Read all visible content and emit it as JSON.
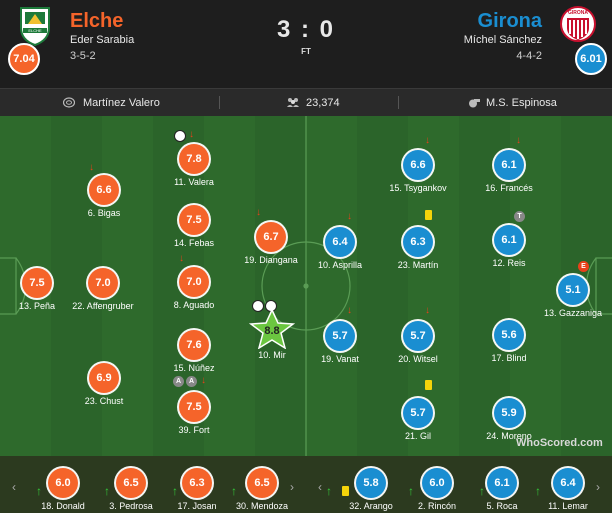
{
  "home": {
    "name": "Elche",
    "coach": "Eder Sarabia",
    "formation": "3-5-2",
    "rating": "7.04",
    "crest_text": "ELCHE",
    "color": "#f5642a"
  },
  "away": {
    "name": "Girona",
    "coach": "Míchel Sánchez",
    "formation": "4-4-2",
    "rating": "6.01",
    "crest_text": "GIRONA",
    "color": "#1a8ed1"
  },
  "match": {
    "score": "3 : 0",
    "status": "FT",
    "venue": "Martínez Valero",
    "attendance": "23,374",
    "referee": "M.S. Espinosa"
  },
  "home_players": [
    {
      "id": "pena",
      "name": "13. Peña",
      "rating": "7.5"
    },
    {
      "id": "affengruber",
      "name": "22. Affengruber",
      "rating": "7.0"
    },
    {
      "id": "bigas",
      "name": "6. Bigas",
      "rating": "6.6"
    },
    {
      "id": "chust",
      "name": "23. Chust",
      "rating": "6.9"
    },
    {
      "id": "valera",
      "name": "11. Valera",
      "rating": "7.8"
    },
    {
      "id": "febas",
      "name": "14. Febas",
      "rating": "7.5"
    },
    {
      "id": "aguado",
      "name": "8. Aguado",
      "rating": "7.0"
    },
    {
      "id": "nunez",
      "name": "15. Núñez",
      "rating": "7.6"
    },
    {
      "id": "fort",
      "name": "39. Fort",
      "rating": "7.5"
    },
    {
      "id": "diangana",
      "name": "19. Diangana",
      "rating": "6.7"
    },
    {
      "id": "mir",
      "name": "10. Mir",
      "rating": "8.8"
    }
  ],
  "away_players": [
    {
      "id": "gazzaniga",
      "name": "13. Gazzaniga",
      "rating": "5.1"
    },
    {
      "id": "frances",
      "name": "16. Francés",
      "rating": "6.1"
    },
    {
      "id": "reis",
      "name": "12. Reis",
      "rating": "6.1"
    },
    {
      "id": "blind",
      "name": "17. Blind",
      "rating": "5.6"
    },
    {
      "id": "moreno",
      "name": "24. Moreno",
      "rating": "5.9"
    },
    {
      "id": "tsygankov",
      "name": "15. Tsygankov",
      "rating": "6.6"
    },
    {
      "id": "martin",
      "name": "23. Martín",
      "rating": "6.3"
    },
    {
      "id": "witsel",
      "name": "20. Witsel",
      "rating": "5.7"
    },
    {
      "id": "gil",
      "name": "21. Gil",
      "rating": "5.7"
    },
    {
      "id": "asprilla",
      "name": "10. Asprilla",
      "rating": "6.4"
    },
    {
      "id": "vanat",
      "name": "19. Vanat",
      "rating": "5.7"
    }
  ],
  "tags": {
    "yellow_circle_a": "A",
    "tactical_t": "T",
    "error_e": "E"
  },
  "home_subs": [
    {
      "name": "18. Donald",
      "rating": "6.0"
    },
    {
      "name": "3. Pedrosa",
      "rating": "6.5"
    },
    {
      "name": "17. Josan",
      "rating": "6.3"
    },
    {
      "name": "30. Mendoza",
      "rating": "6.5"
    }
  ],
  "away_subs": [
    {
      "name": "32. Arango",
      "rating": "5.8"
    },
    {
      "name": "2. Rincón",
      "rating": "6.0"
    },
    {
      "name": "5. Roca",
      "rating": "6.1"
    },
    {
      "name": "11. Lemar",
      "rating": "6.4"
    }
  ],
  "watermark": "WhoScored.com",
  "icons": {
    "venue": "stadium-icon",
    "attendance": "crowd-icon",
    "referee": "whistle-icon",
    "prev": "chevron-left-icon",
    "next": "chevron-right-icon"
  }
}
